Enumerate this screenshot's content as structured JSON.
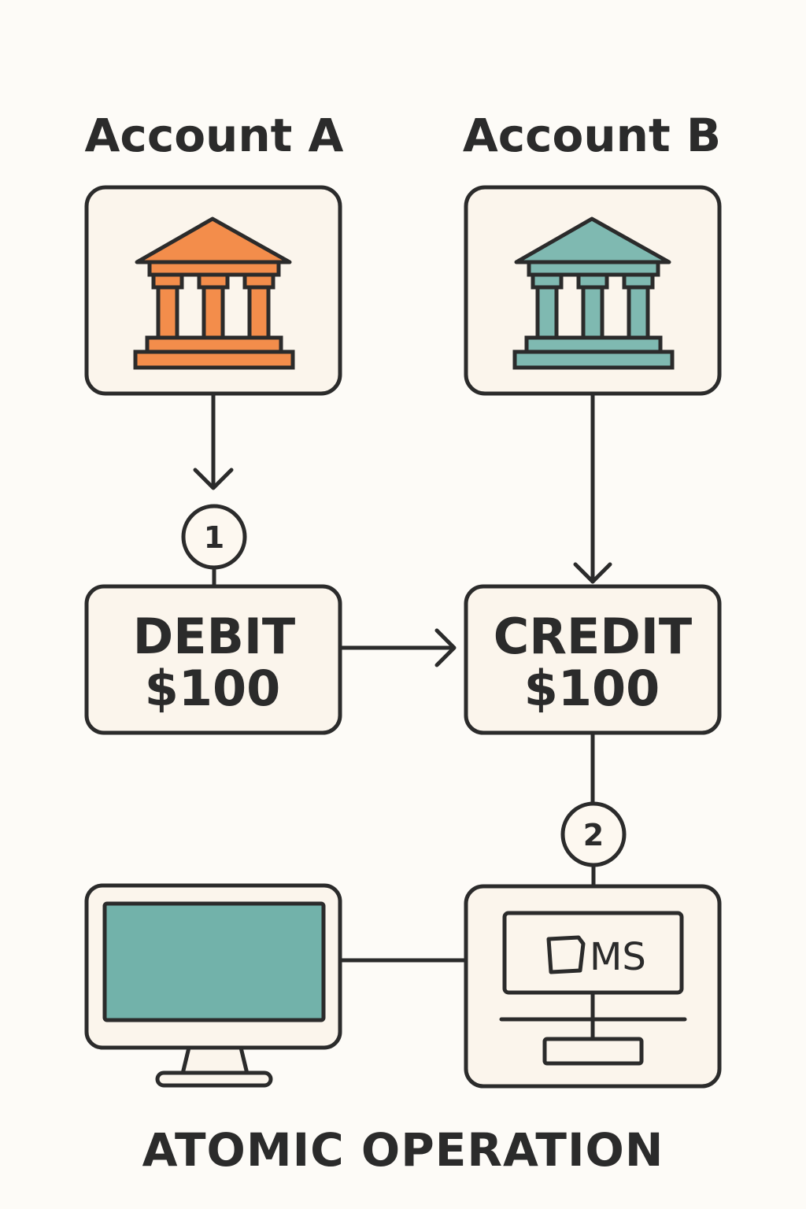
{
  "accounts": {
    "a_title": "Account A",
    "b_title": "Account B"
  },
  "steps": {
    "one": "1",
    "two": "2"
  },
  "debit": {
    "line1": "DEBIT",
    "line2": "$100"
  },
  "credit": {
    "line1": "CREDIT",
    "line2": "$100"
  },
  "dms": {
    "label": "MS"
  },
  "footer": {
    "text": "ATOMIC OPERATION"
  },
  "colors": {
    "stroke": "#2b2b2b",
    "box_fill": "#fbf5ec",
    "background": "#fdfbf7",
    "bank_a": "#f38d4b",
    "bank_b": "#7fb9b1",
    "screen": "#72b2aa",
    "step_fill": "#fdf8f0"
  },
  "icons": {
    "bank_a": "bank-icon",
    "bank_b": "bank-icon",
    "monitor": "monitor-icon",
    "server": "server-terminal-icon"
  }
}
